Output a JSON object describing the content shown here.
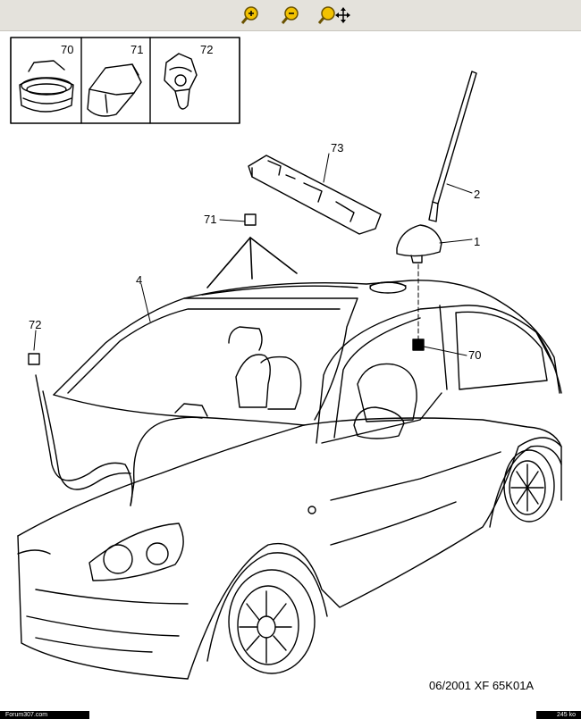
{
  "toolbar": {
    "buttons": [
      {
        "name": "zoom-in",
        "icon": "zoom-in-icon"
      },
      {
        "name": "zoom-out",
        "icon": "zoom-out-icon"
      },
      {
        "name": "zoom-pan",
        "icon": "zoom-pan-icon"
      }
    ]
  },
  "insets": [
    {
      "label": "70"
    },
    {
      "label": "71"
    },
    {
      "label": "72"
    }
  ],
  "callouts": {
    "antenna_mast": "2",
    "antenna_base": "1",
    "bracket": "73",
    "clip_71": "71",
    "cable": "4",
    "clip_72": "72",
    "seal_70": "70"
  },
  "caption": "06/2001   XF 65K01A",
  "footer": {
    "site": "Forum307.com",
    "size": "245 ko"
  },
  "colors": {
    "toolbar_bg": "#e4e2dc",
    "icon_yellow": "#f2c200",
    "line": "#000000"
  }
}
